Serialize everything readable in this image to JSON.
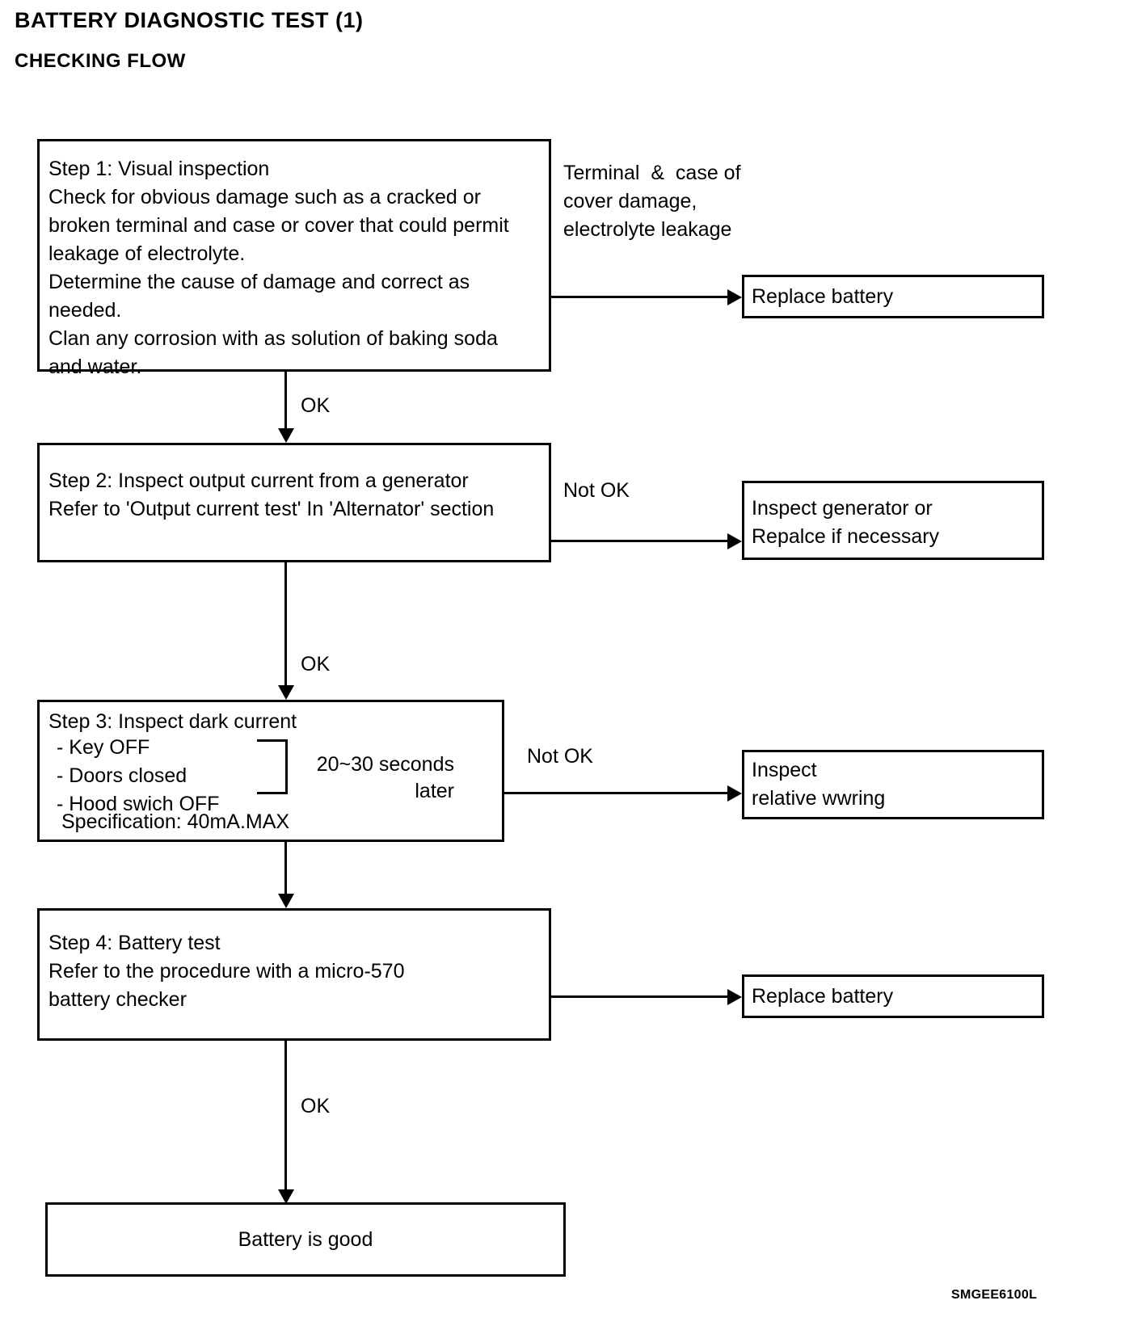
{
  "document": {
    "title": "BATTERY DIAGNOSTIC TEST (1)",
    "section": "CHECKING FLOW",
    "figure_code": "SMGEE6100L"
  },
  "flow": {
    "step1": {
      "text": "Step 1: Visual inspection\nCheck for obvious damage such as a cracked or\nbroken terminal and case or cover that could permit\nleakage of electrolyte.\nDetermine the cause of damage and correct as\nneeded.\nClan any corrosion with as solution of baking soda\nand water."
    },
    "step1_branch_note": "Terminal  &  case of\ncover damage,\nelectrolyte leakage",
    "step1_branch_result": "Replace battery",
    "step1_to_step2_label": "OK",
    "step2": {
      "text": "Step 2: Inspect output current from a generator\nRefer to 'Output current test' In 'Alternator' section"
    },
    "step2_branch_label": "Not OK",
    "step2_branch_result": "Inspect generator or\nRepalce if necessary",
    "step2_to_step3_label": "OK",
    "step3": {
      "heading": "Step 3: Inspect dark current",
      "items": "- Key OFF\n- Doors closed\n- Hood swich OFF",
      "bracket_label": "20~30 seconds\nlater",
      "specification": "Specification: 40mA.MAX"
    },
    "step3_branch_label": "Not OK",
    "step3_branch_result": "Inspect\nrelative wwring",
    "step4": {
      "text": "Step 4: Battery test\nRefer to the procedure with a micro-570\nbattery checker"
    },
    "step4_branch_result": "Replace battery",
    "step4_to_end_label": "OK",
    "end_node": "Battery is good"
  }
}
